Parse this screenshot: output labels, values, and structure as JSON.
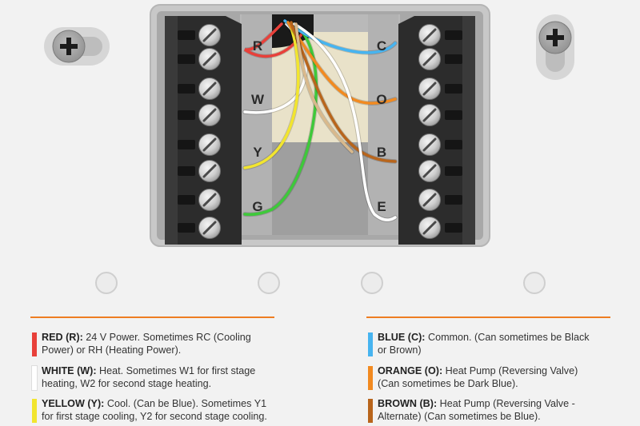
{
  "terminals": {
    "left": [
      {
        "letter": "R",
        "wire_color": "#e8403a"
      },
      {
        "letter": "W",
        "wire_color": "#ffffff"
      },
      {
        "letter": "Y",
        "wire_color": "#f2e52e"
      },
      {
        "letter": "G",
        "wire_color": "#3ec93a"
      }
    ],
    "right": [
      {
        "letter": "C",
        "wire_color": "#47b4f0"
      },
      {
        "letter": "O",
        "wire_color": "#f28a20"
      },
      {
        "letter": "B",
        "wire_color": "#b8651c"
      },
      {
        "letter": "E",
        "wire_color": "#ffffff"
      }
    ]
  },
  "tan_wire_color": "#d9b98c",
  "screw_icon": "plus-screw-icon",
  "legend": {
    "rule_color": "#ee7d22",
    "left": [
      {
        "color": "#e8403a",
        "label": "RED (R):",
        "text": "24 V Power. Sometimes RC (Cooling",
        "text2": "Power) or RH (Heating Power)."
      },
      {
        "color": "#ffffff",
        "label": "WHITE (W):",
        "text": "Heat. Sometimes W1 for first stage",
        "text2": "heating, W2 for second stage heating."
      },
      {
        "color": "#f2e52e",
        "label": "YELLOW (Y):",
        "text": "Cool. (Can be Blue). Sometimes Y1",
        "text2": "for first stage cooling, Y2 for second stage cooling."
      }
    ],
    "right": [
      {
        "color": "#47b4f0",
        "label": "BLUE (C):",
        "text": "Common. (Can sometimes be Black",
        "text2": "or Brown)"
      },
      {
        "color": "#f28a20",
        "label": "ORANGE (O):",
        "text": "Heat Pump (Reversing Valve)",
        "text2": "(Can sometimes be Dark Blue)."
      },
      {
        "color": "#b8651c",
        "label": "BROWN (B):",
        "text": "Heat Pump (Reversing Valve -",
        "text2": "Alternate) (Can sometimes be Blue)."
      }
    ]
  }
}
